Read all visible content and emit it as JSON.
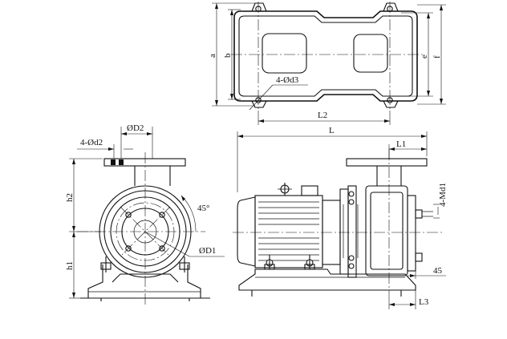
{
  "diagram": {
    "top_view": {
      "labels": {
        "a": "a",
        "b": "b",
        "e": "e",
        "f": "f",
        "holes": "4-Ød3",
        "l2": "L2"
      }
    },
    "side_view": {
      "labels": {
        "l": "L",
        "l1": "L1",
        "l3": "L3",
        "angle_45": "45",
        "flange_bolts": "4-Md1"
      }
    },
    "front_view": {
      "labels": {
        "d2": "ØD2",
        "holes": "4-Ød2",
        "h2": "h2",
        "h1": "h1",
        "angle": "45°",
        "d1": "ØD1"
      }
    }
  }
}
